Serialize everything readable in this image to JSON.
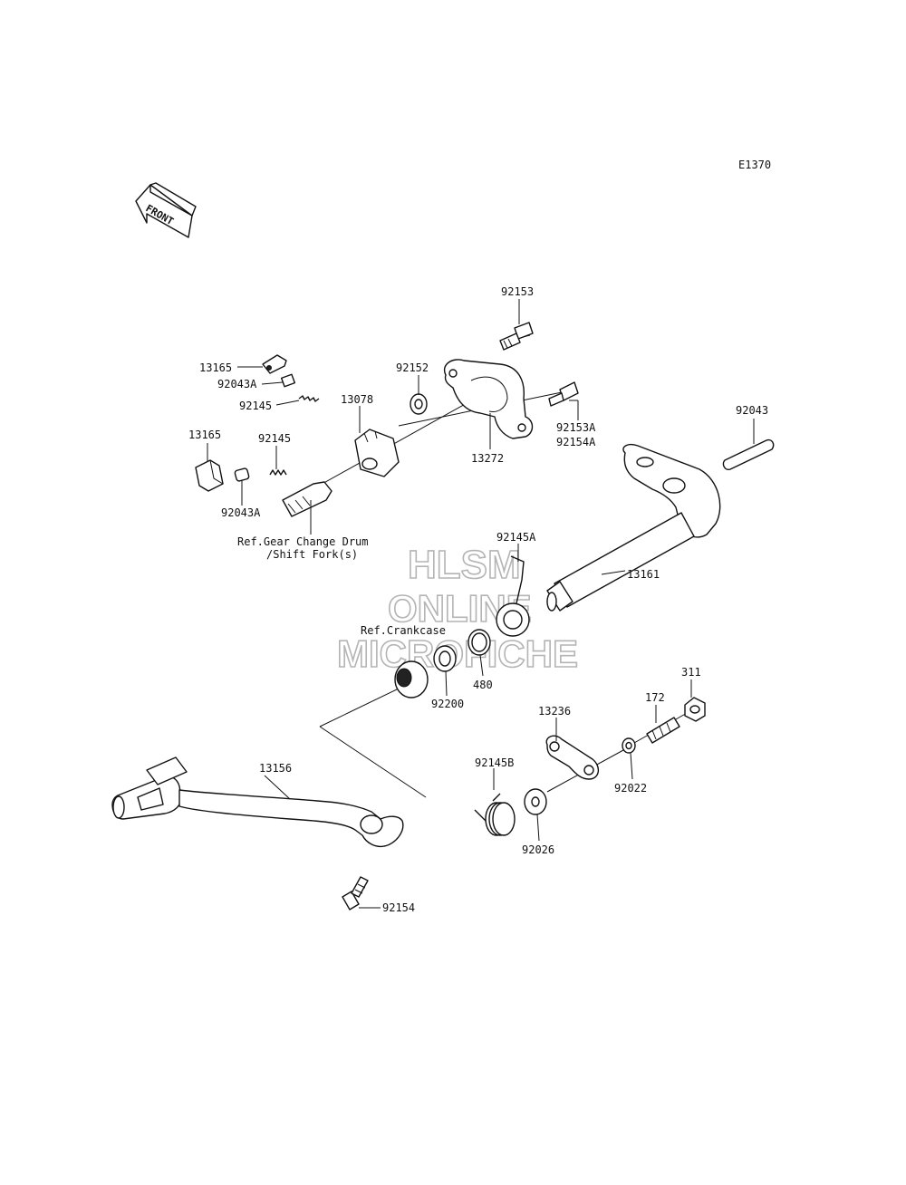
{
  "diagram": {
    "figure_code": "E1370",
    "front_label": "FRONT",
    "watermark": [
      "HLSM",
      "ONLINE",
      "MICROFICHE"
    ],
    "callouts": {
      "p92153": "92153",
      "p13165a": "13165",
      "p92043Aa": "92043A",
      "p92145a": "92145",
      "p92152": "92152",
      "p13078": "13078",
      "p92153A": "92153A",
      "p92154A": "92154A",
      "p13272": "13272",
      "p13165b": "13165",
      "p92145b": "92145",
      "p92043Ab": "92043A",
      "p92043": "92043",
      "ref_gear_line1": "Ref.Gear Change Drum",
      "ref_gear_line2": "/Shift Fork(s)",
      "p92145A": "92145A",
      "p13161": "13161",
      "ref_crankcase": "Ref.Crankcase",
      "p480": "480",
      "p92200": "92200",
      "p311": "311",
      "p172": "172",
      "p13236": "13236",
      "p92145B": "92145B",
      "p13156": "13156",
      "p92022": "92022",
      "p92026": "92026",
      "p92154": "92154"
    }
  }
}
